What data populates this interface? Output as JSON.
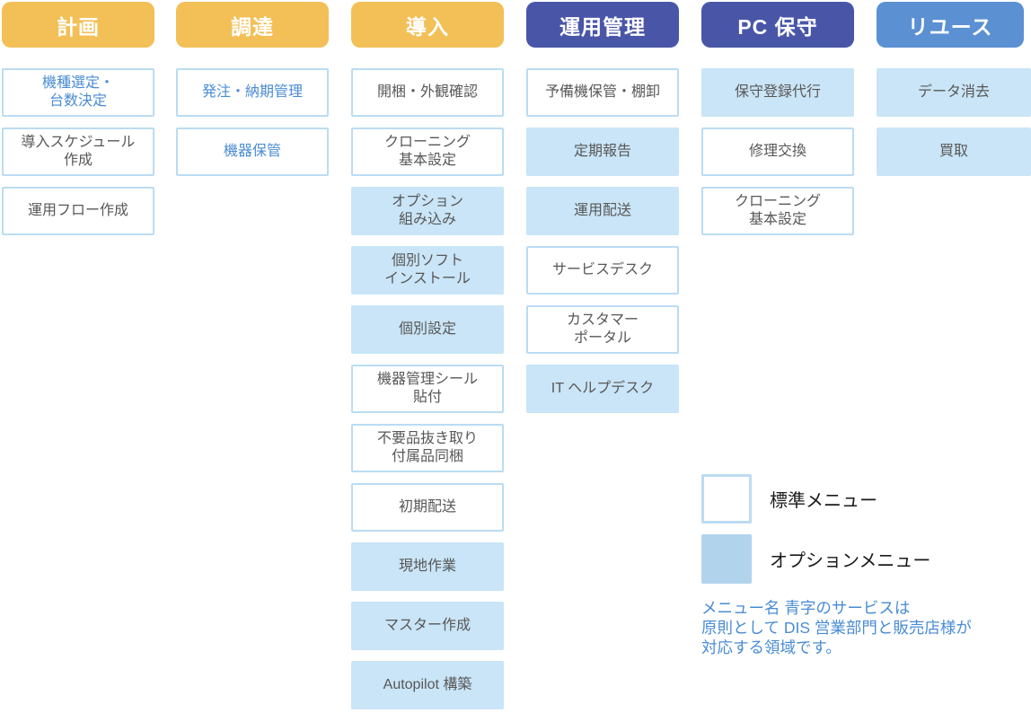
{
  "colors": {
    "header_yellow": "#F2C057",
    "header_navy": "#4956A8",
    "header_blue": "#5B90D2",
    "box_fill_blue": "#C9E5F7",
    "box_border_blue": "#BBDCF2",
    "legend_option_fill": "#B2D3EC",
    "text_dark": "#595757",
    "text_blue": "#4A8CD3"
  },
  "columns": [
    {
      "id": "plan",
      "header": "計画",
      "theme": "yellow",
      "items": [
        {
          "label": "機種選定・\n台数決定",
          "type": "standard",
          "blue_text": true
        },
        {
          "label": "導入スケジュール\n作成",
          "type": "standard",
          "blue_text": false
        },
        {
          "label": "運用フロー作成",
          "type": "standard",
          "blue_text": false
        }
      ]
    },
    {
      "id": "procurement",
      "header": "調達",
      "theme": "yellow",
      "items": [
        {
          "label": "発注・納期管理",
          "type": "standard",
          "blue_text": true
        },
        {
          "label": "機器保管",
          "type": "standard",
          "blue_text": true
        }
      ]
    },
    {
      "id": "deployment",
      "header": "導入",
      "theme": "yellow",
      "items": [
        {
          "label": "開梱・外観確認",
          "type": "standard",
          "blue_text": false
        },
        {
          "label": "クローニング\n基本設定",
          "type": "standard",
          "blue_text": false
        },
        {
          "label": "オプション\n組み込み",
          "type": "option",
          "blue_text": false
        },
        {
          "label": "個別ソフト\nインストール",
          "type": "option",
          "blue_text": false
        },
        {
          "label": "個別設定",
          "type": "option",
          "blue_text": false
        },
        {
          "label": "機器管理シール\n貼付",
          "type": "standard",
          "blue_text": false
        },
        {
          "label": "不要品抜き取り\n付属品同梱",
          "type": "standard",
          "blue_text": false
        },
        {
          "label": "初期配送",
          "type": "standard",
          "blue_text": false
        },
        {
          "label": "現地作業",
          "type": "option",
          "blue_text": false
        },
        {
          "label": "マスター作成",
          "type": "option",
          "blue_text": false
        },
        {
          "label": "Autopilot 構築",
          "type": "option",
          "blue_text": false
        }
      ]
    },
    {
      "id": "operation",
      "header": "運用管理",
      "theme": "navy",
      "items": [
        {
          "label": "予備機保管・棚卸",
          "type": "standard",
          "blue_text": false
        },
        {
          "label": "定期報告",
          "type": "option",
          "blue_text": false
        },
        {
          "label": "運用配送",
          "type": "option",
          "blue_text": false
        },
        {
          "label": "サービスデスク",
          "type": "standard",
          "blue_text": false
        },
        {
          "label": "カスタマー\nポータル",
          "type": "standard",
          "blue_text": false
        },
        {
          "label": "IT ヘルプデスク",
          "type": "option",
          "blue_text": false
        }
      ]
    },
    {
      "id": "pc-maintenance",
      "header": "PC 保守",
      "theme": "navy",
      "items": [
        {
          "label": "保守登録代行",
          "type": "option",
          "blue_text": false
        },
        {
          "label": "修理交換",
          "type": "standard",
          "blue_text": false
        },
        {
          "label": "クローニング\n基本設定",
          "type": "standard",
          "blue_text": false
        }
      ]
    },
    {
      "id": "reuse",
      "header": "リユース",
      "theme": "blue",
      "items": [
        {
          "label": "データ消去",
          "type": "option",
          "blue_text": false
        },
        {
          "label": "買取",
          "type": "option",
          "blue_text": false
        }
      ]
    }
  ],
  "legend": {
    "standard_label": "標準メニュー",
    "option_label": "オプションメニュー"
  },
  "note": {
    "text": "メニュー名 青字のサービスは\n原則として DIS 営業部門と販売店様が\n対応する領域です。"
  }
}
